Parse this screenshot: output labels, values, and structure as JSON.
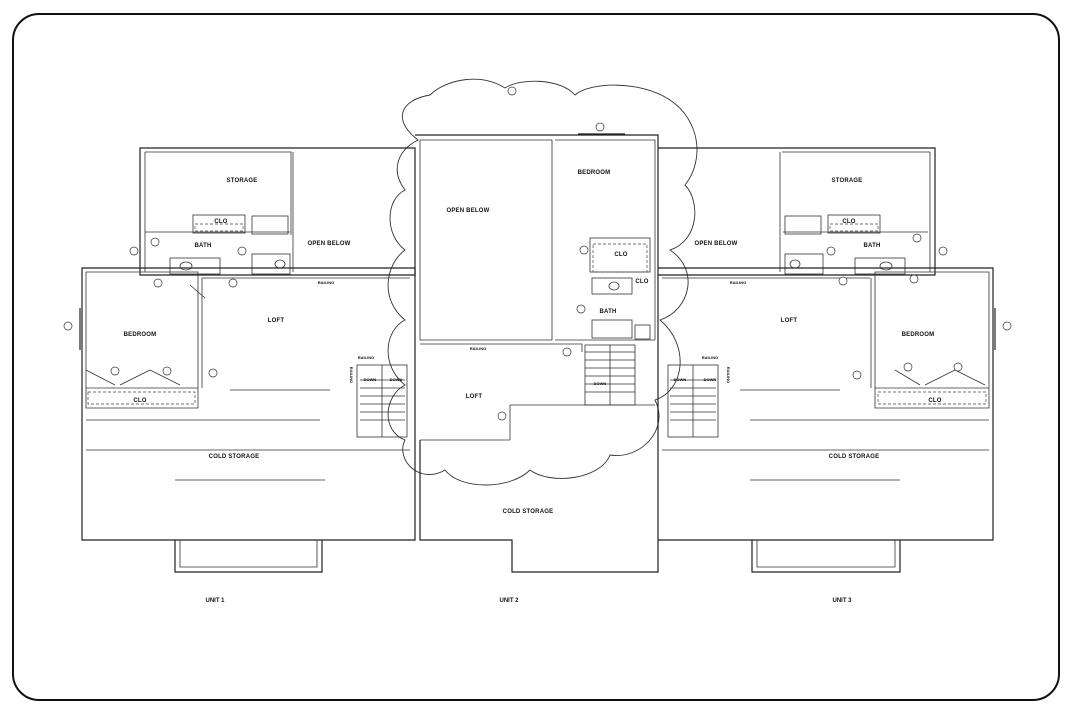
{
  "rooms": {
    "u1_storage": "STORAGE",
    "u1_open_below": "OPEN BELOW",
    "u1_clo": "CLO",
    "u1_bath": "BATH",
    "u1_bedroom": "BEDROOM",
    "u1_loft": "LOFT",
    "u1_clo_bottom": "CLO",
    "u1_cold_storage": "COLD STORAGE",
    "u2_open_below": "OPEN BELOW",
    "u2_bedroom": "BEDROOM",
    "u2_clo": "CLO",
    "u2_clo_small": "CLO",
    "u2_bath": "BATH",
    "u2_loft": "LOFT",
    "u2_cold_storage": "COLD STORAGE",
    "u3_storage": "STORAGE",
    "u3_open_below": "OPEN BELOW",
    "u3_clo": "CLO",
    "u3_bath": "BATH",
    "u3_loft": "LOFT",
    "u3_bedroom": "BEDROOM",
    "u3_clo_bottom": "CLO",
    "u3_cold_storage": "COLD STORAGE"
  },
  "notes": {
    "railing_1": "RAILING",
    "railing_2": "RAILING",
    "railing_3": "RAILING",
    "railing_4": "RAILING",
    "railing_5": "RAILING",
    "railing_6": "RAILING",
    "railing_7": "RAILING",
    "down_1": "DOWN",
    "down_2": "DOWN",
    "down_3": "DOWN",
    "down_4": "DOWN",
    "down_5": "DOWN"
  },
  "units": {
    "unit1": "UNIT 1",
    "unit2": "UNIT 2",
    "unit3": "UNIT 3"
  },
  "colors": {
    "line": "#222222",
    "paper": "#ffffff"
  }
}
